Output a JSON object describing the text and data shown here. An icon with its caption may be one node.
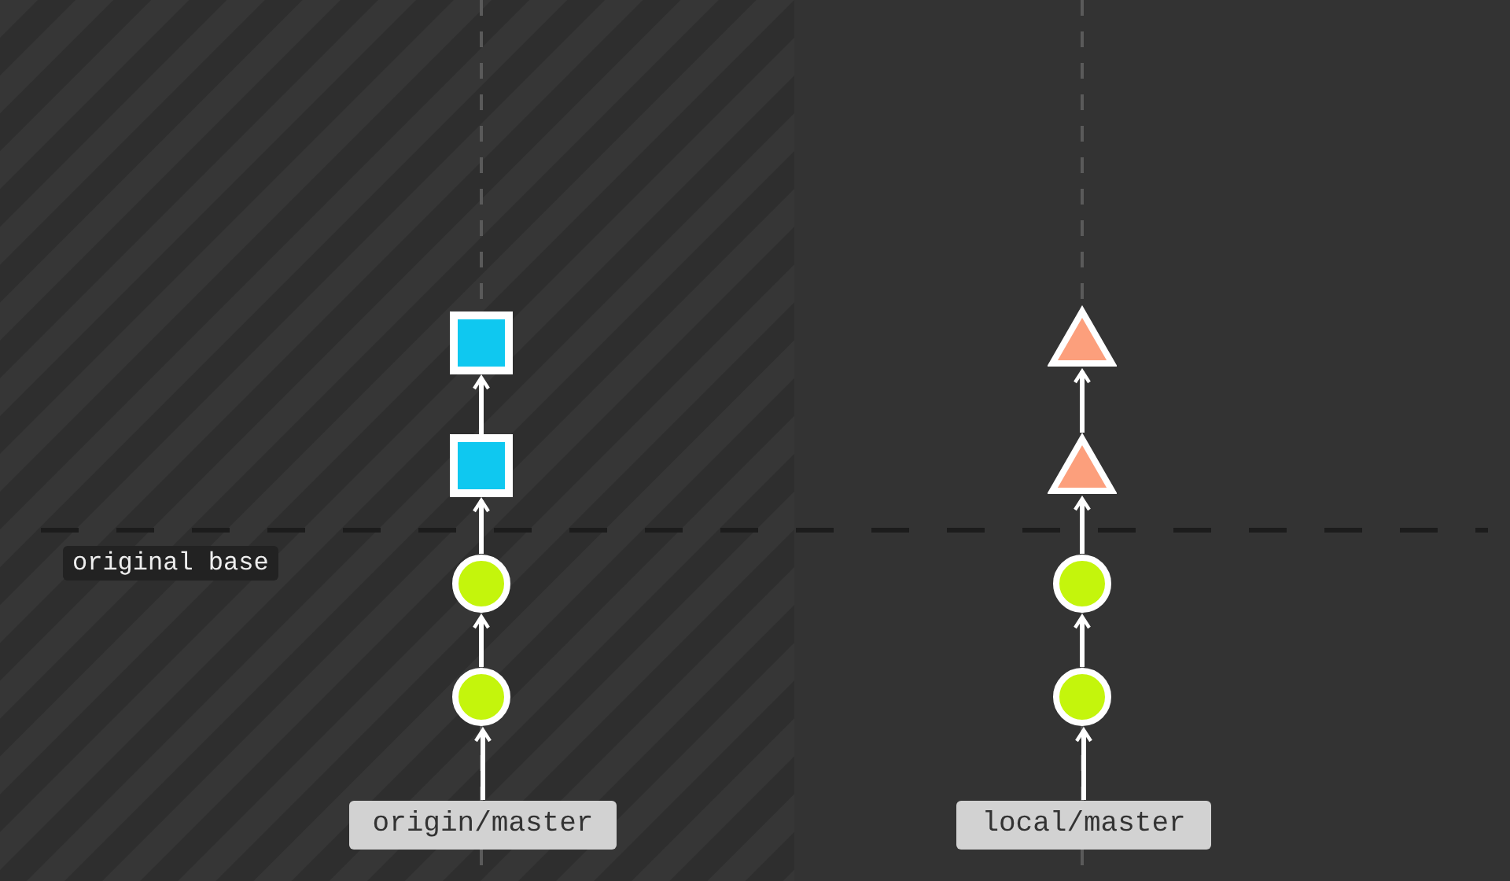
{
  "diagram": {
    "nodes": [
      {
        "text": [],
        "shape": "box"
      },
      {
        "text": [],
        "shape": "box"
      },
      {
        "text": [],
        "shape": "circle"
      },
      {
        "text": [],
        "shape": "circle"
      },
      {
        "text": [
          "origin/master"
        ]
      },
      {
        "text": [],
        "shape": "triangle"
      },
      {
        "text": [],
        "shape": "triangle"
      },
      {
        "text": [],
        "shape": "circle"
      },
      {
        "text": [],
        "shape": "circle"
      },
      {
        "text": [
          "local/master"
        ]
      }
    ],
    "edges": [
      {
        "from": 4,
        "to": 3,
        "arrow": "to"
      },
      {
        "from": 3,
        "to": 2,
        "arrow": "to"
      },
      {
        "from": 2,
        "to": 1,
        "arrow": "to"
      },
      {
        "from": 1,
        "to": 0,
        "arrow": "to"
      },
      {
        "from": 9,
        "to": 8,
        "arrow": "to"
      },
      {
        "from": 8,
        "to": 7,
        "arrow": "to"
      },
      {
        "from": 7,
        "to": 6,
        "arrow": "to"
      },
      {
        "from": 6,
        "to": 5,
        "arrow": "to"
      }
    ],
    "labels": [
      "original base"
    ]
  }
}
